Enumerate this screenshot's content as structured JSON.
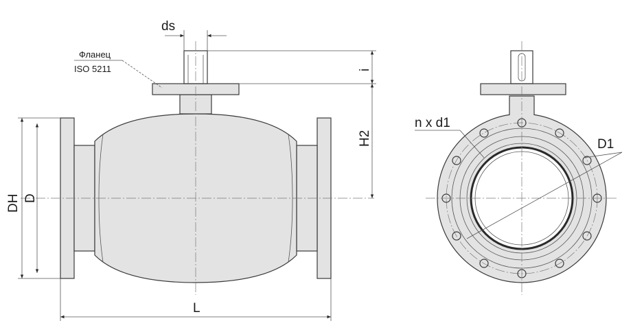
{
  "flange_note": {
    "line1": "Фланец",
    "line2": "ISO 5211"
  },
  "dimensions": {
    "ds": "ds",
    "i": "i",
    "H2": "H2",
    "DH": "DH",
    "D": "D",
    "L": "L",
    "n_x_d1": "n x d1",
    "D1": "D1"
  },
  "colors": {
    "line": "#3a3a3a",
    "body_fill": "#e3e3e3",
    "background": "#ffffff"
  }
}
